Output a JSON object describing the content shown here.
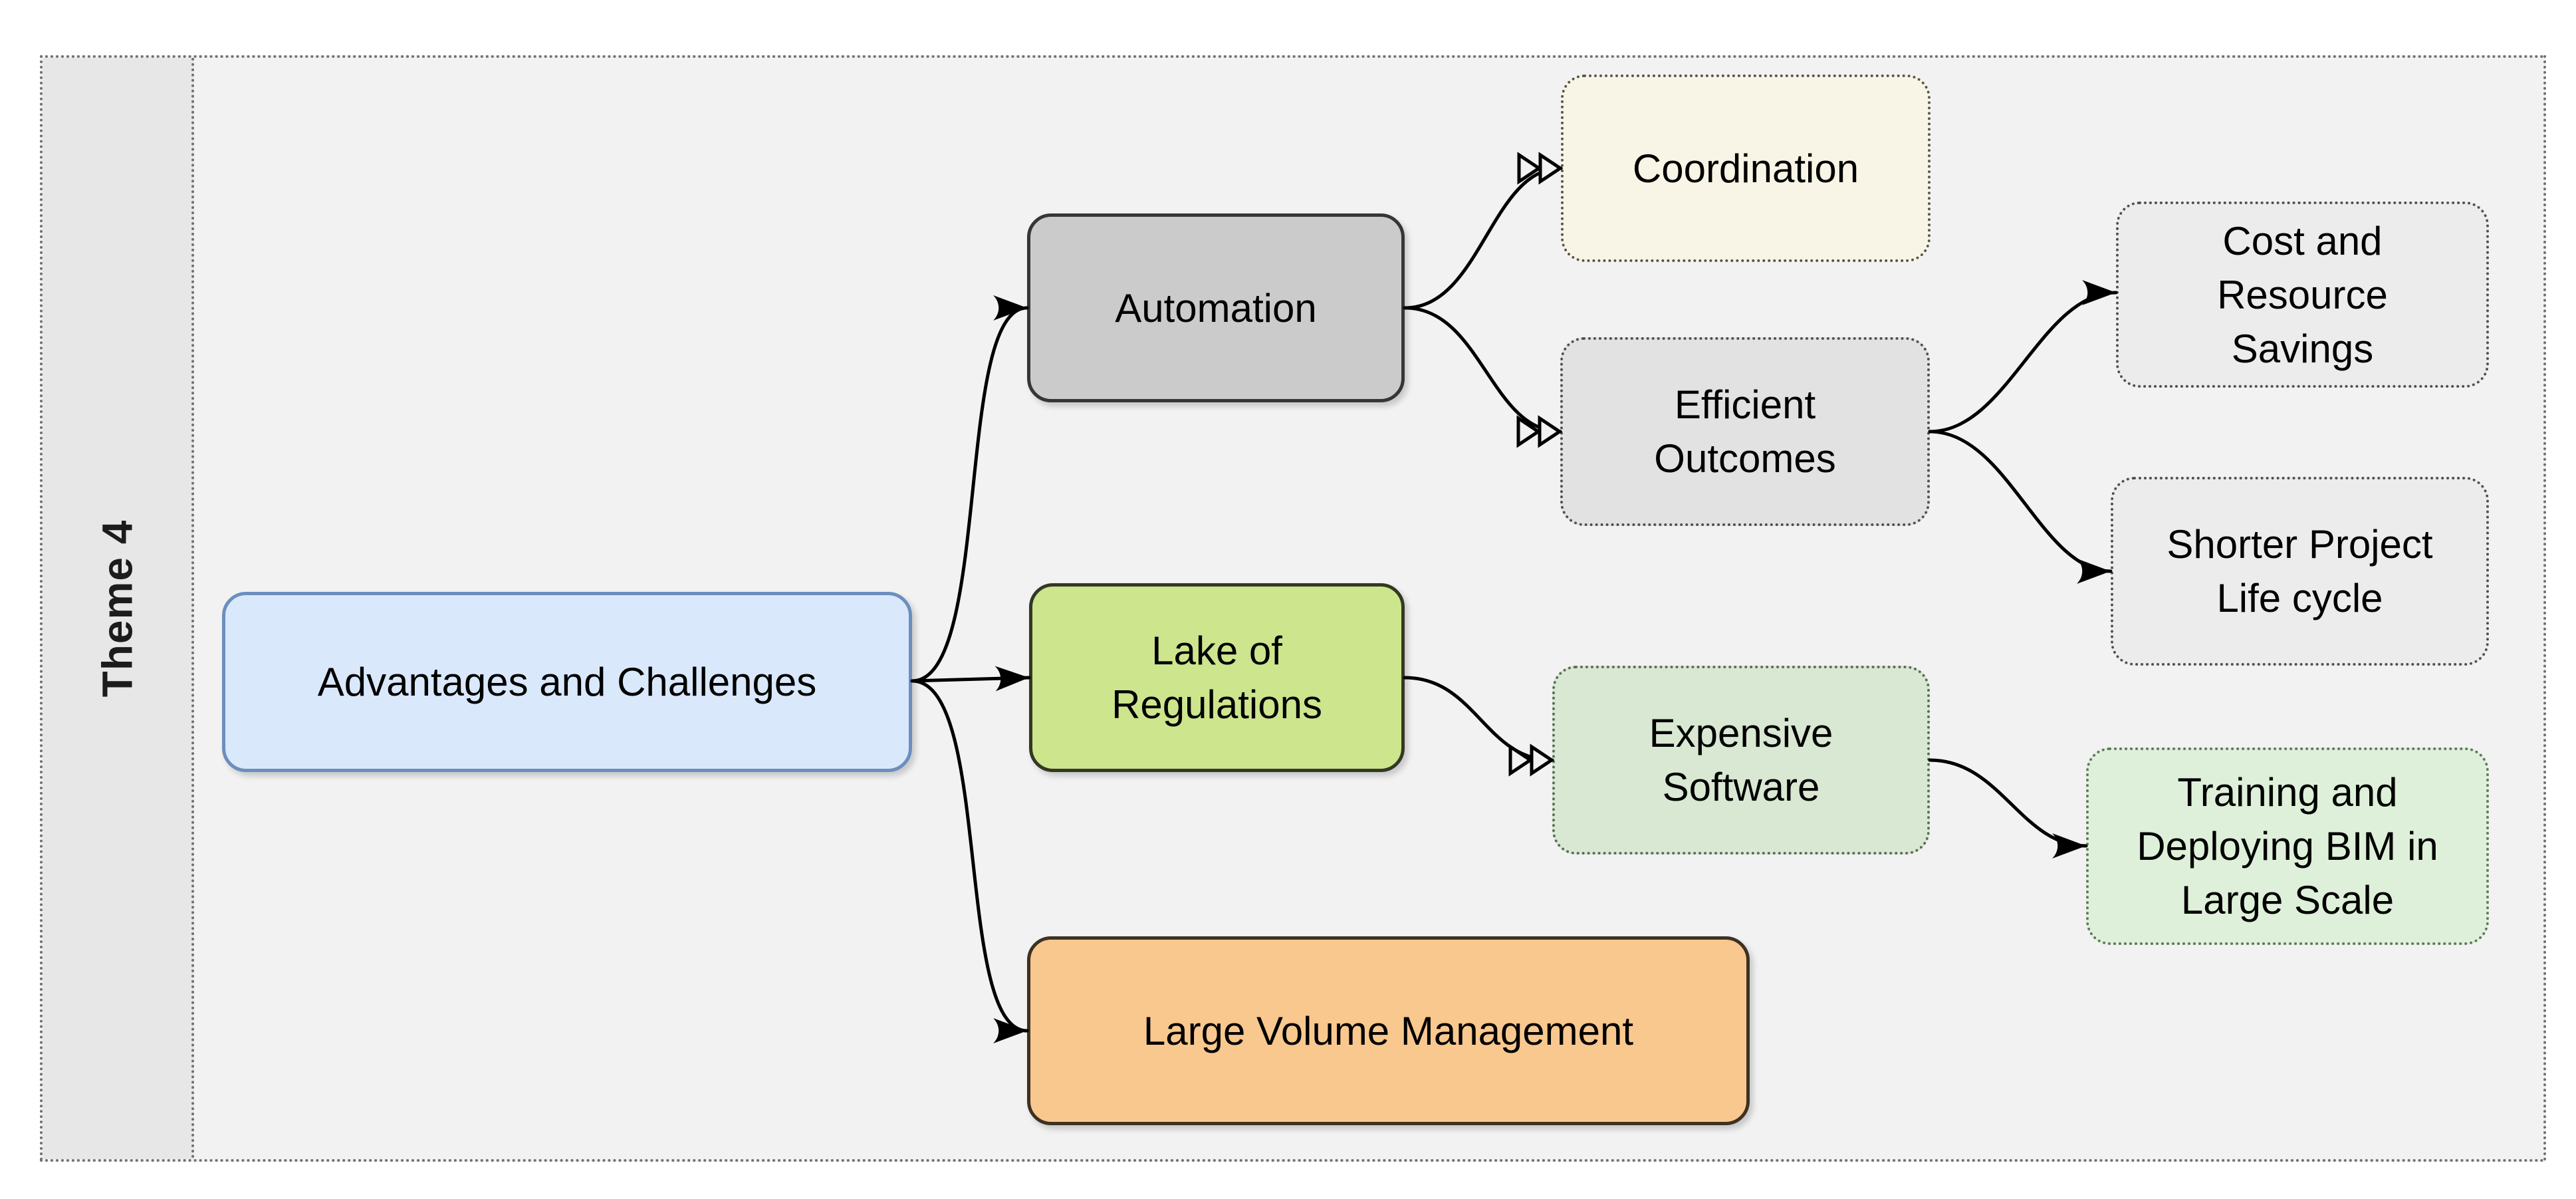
{
  "figure": {
    "sidebar": {
      "label": "Theme 4"
    },
    "nodes": {
      "root": {
        "label": "Advantages and Challenges",
        "fill": "#dae8fc",
        "border": "#6c8ebf",
        "border_style": "solid"
      },
      "automation": {
        "label": "Automation",
        "fill": "#cbcbcb",
        "border": "#363636",
        "border_style": "solid"
      },
      "coordination": {
        "label": "Coordination",
        "fill": "#f8f4e6",
        "border": "#55554a",
        "border_style": "dotted"
      },
      "efficient_outcomes": {
        "label": "Efficient\nOutcomes",
        "fill": "#e2e2e2",
        "border": "#4f4f4f",
        "border_style": "dotted"
      },
      "cost_and_resource_savings": {
        "label": "Cost and\nResource\nSavings",
        "fill": "#ececec",
        "border": "#4f4f4f",
        "border_style": "dotted"
      },
      "shorter_project_life_cycle": {
        "label": "Shorter Project\nLife cycle",
        "fill": "#ececec",
        "border": "#4f4f4f",
        "border_style": "dotted"
      },
      "lake_of_regulations": {
        "label": "Lake of\nRegulations",
        "fill": "#cde58d",
        "border": "#333824",
        "border_style": "solid"
      },
      "expensive_software": {
        "label": "Expensive\nSoftware",
        "fill": "#d8e8d3",
        "border": "#5c6a59",
        "border_style": "dotted"
      },
      "training_and_deploying_bim": {
        "label": "Training and\nDeploying BIM in\nLarge Scale",
        "fill": "#def0d9",
        "border": "#5f7560",
        "border_style": "dotted"
      },
      "large_volume_management": {
        "label": "Large Volume Management",
        "fill": "#f9c88e",
        "border": "#3d3222",
        "border_style": "solid"
      }
    },
    "edges": [
      {
        "from": "root",
        "to": "automation",
        "arrowhead": "solid-triangle"
      },
      {
        "from": "root",
        "to": "lake_of_regulations",
        "arrowhead": "solid-triangle"
      },
      {
        "from": "root",
        "to": "large_volume_management",
        "arrowhead": "solid-triangle"
      },
      {
        "from": "automation",
        "to": "coordination",
        "arrowhead": "double-open-chevron"
      },
      {
        "from": "automation",
        "to": "efficient_outcomes",
        "arrowhead": "double-open-chevron"
      },
      {
        "from": "efficient_outcomes",
        "to": "cost_and_resource_savings",
        "arrowhead": "solid-triangle"
      },
      {
        "from": "efficient_outcomes",
        "to": "shorter_project_life_cycle",
        "arrowhead": "solid-triangle"
      },
      {
        "from": "lake_of_regulations",
        "to": "expensive_software",
        "arrowhead": "double-open-chevron"
      },
      {
        "from": "expensive_software",
        "to": "training_and_deploying_bim",
        "arrowhead": "solid-triangle"
      }
    ],
    "colors": {
      "page_background": "#ffffff",
      "frame_background": "#f2f2f2",
      "sidebar_background": "#e7e7e7",
      "frame_dotted_border": "#6f6f6f",
      "edge_stroke": "#000000",
      "text": "#000000"
    }
  }
}
